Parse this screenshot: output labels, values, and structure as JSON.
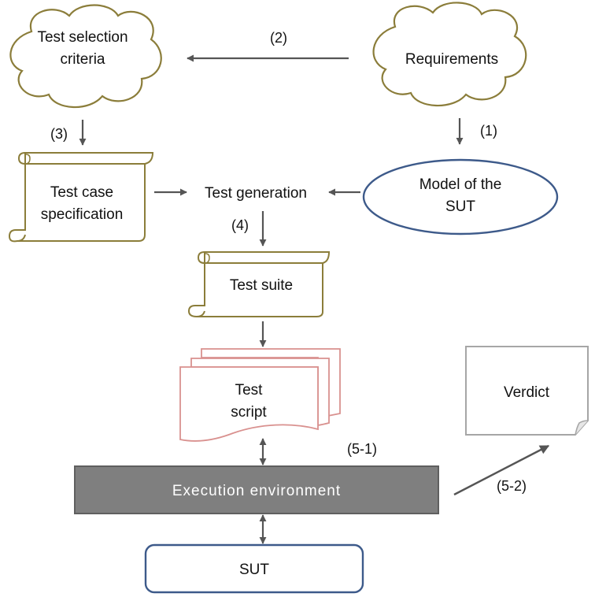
{
  "nodes": {
    "test_selection_criteria": [
      "Test selection",
      "criteria"
    ],
    "requirements": "Requirements",
    "test_case_specification": [
      "Test case",
      "specification"
    ],
    "test_generation": "Test generation",
    "model_of_sut": [
      "Model of the",
      "SUT"
    ],
    "test_suite": "Test suite",
    "test_script": [
      "Test",
      "script"
    ],
    "verdict": "Verdict",
    "execution_environment": "Execution environment",
    "sut": "SUT"
  },
  "steps": {
    "s1": "(1)",
    "s2": "(2)",
    "s3": "(3)",
    "s4": "(4)",
    "s5_1": "(5-1)",
    "s5_2": "(5-2)"
  },
  "colors": {
    "olive": "#8B7D3A",
    "blue": "#3D5A8A",
    "pink": "#D9918F",
    "gray_dark": "#7F7F7F",
    "gray_light": "#A6A6A6",
    "arrow": "#555555"
  }
}
